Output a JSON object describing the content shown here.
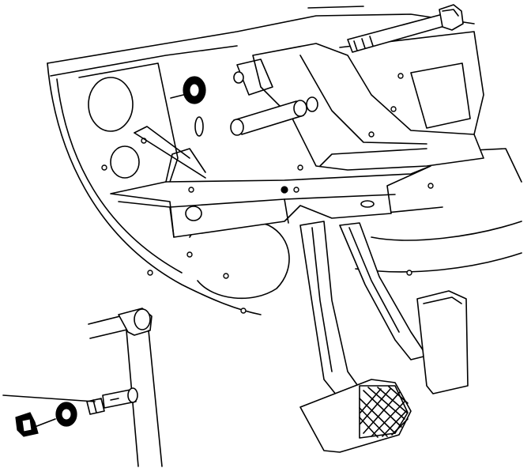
{
  "figure": {
    "kind": "exploded-view line drawing",
    "background": "#ffffff",
    "ink": "#000000",
    "parts": [
      "dash-panel",
      "pedal-support-bracket",
      "pivot-bolt",
      "pivot-nut",
      "brake-pedal-arm",
      "brake-pedal-pad",
      "accelerator-pedal",
      "pushrod-pin",
      "retainer-clip",
      "washer",
      "bushing"
    ]
  }
}
